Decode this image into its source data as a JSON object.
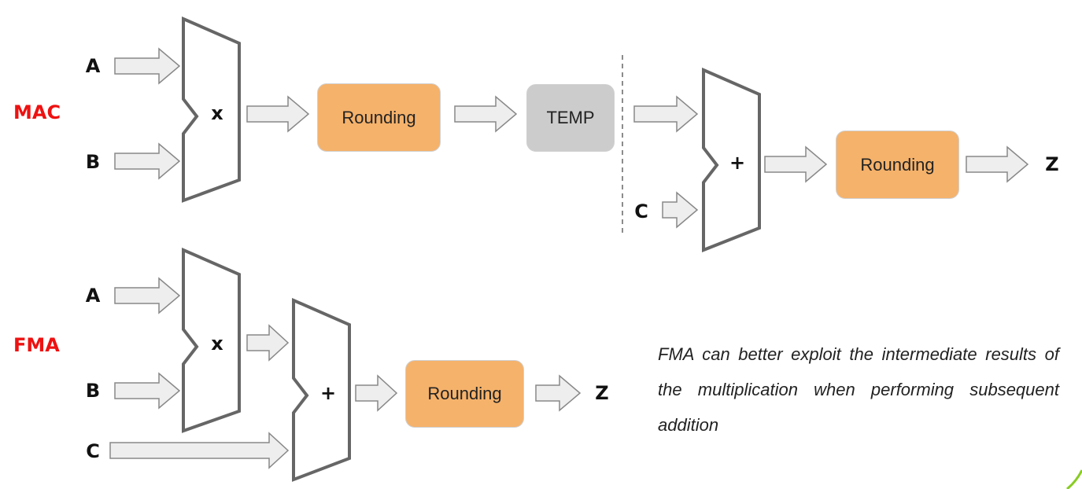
{
  "mac": {
    "title": "MAC",
    "input_a": "A",
    "input_b": "B",
    "input_c": "C",
    "multiply_symbol": "x",
    "add_symbol": "+",
    "rounding_1": "Rounding",
    "temp": "TEMP",
    "rounding_2": "Rounding",
    "output": "Z"
  },
  "fma": {
    "title": "FMA",
    "input_a": "A",
    "input_b": "B",
    "input_c": "C",
    "multiply_symbol": "x",
    "add_symbol": "+",
    "rounding": "Rounding",
    "output": "Z"
  },
  "note": "FMA can better exploit the intermediate results of the multiplication when performing subsequent addition",
  "colors": {
    "title_red": "#ee1111",
    "rounding_fill": "#f5b26b",
    "temp_fill": "#cccccc",
    "unit_stroke": "#666666",
    "arrow_fill": "#eeeeee",
    "arrow_stroke": "#888888",
    "corner_accent": "#88cc22"
  }
}
